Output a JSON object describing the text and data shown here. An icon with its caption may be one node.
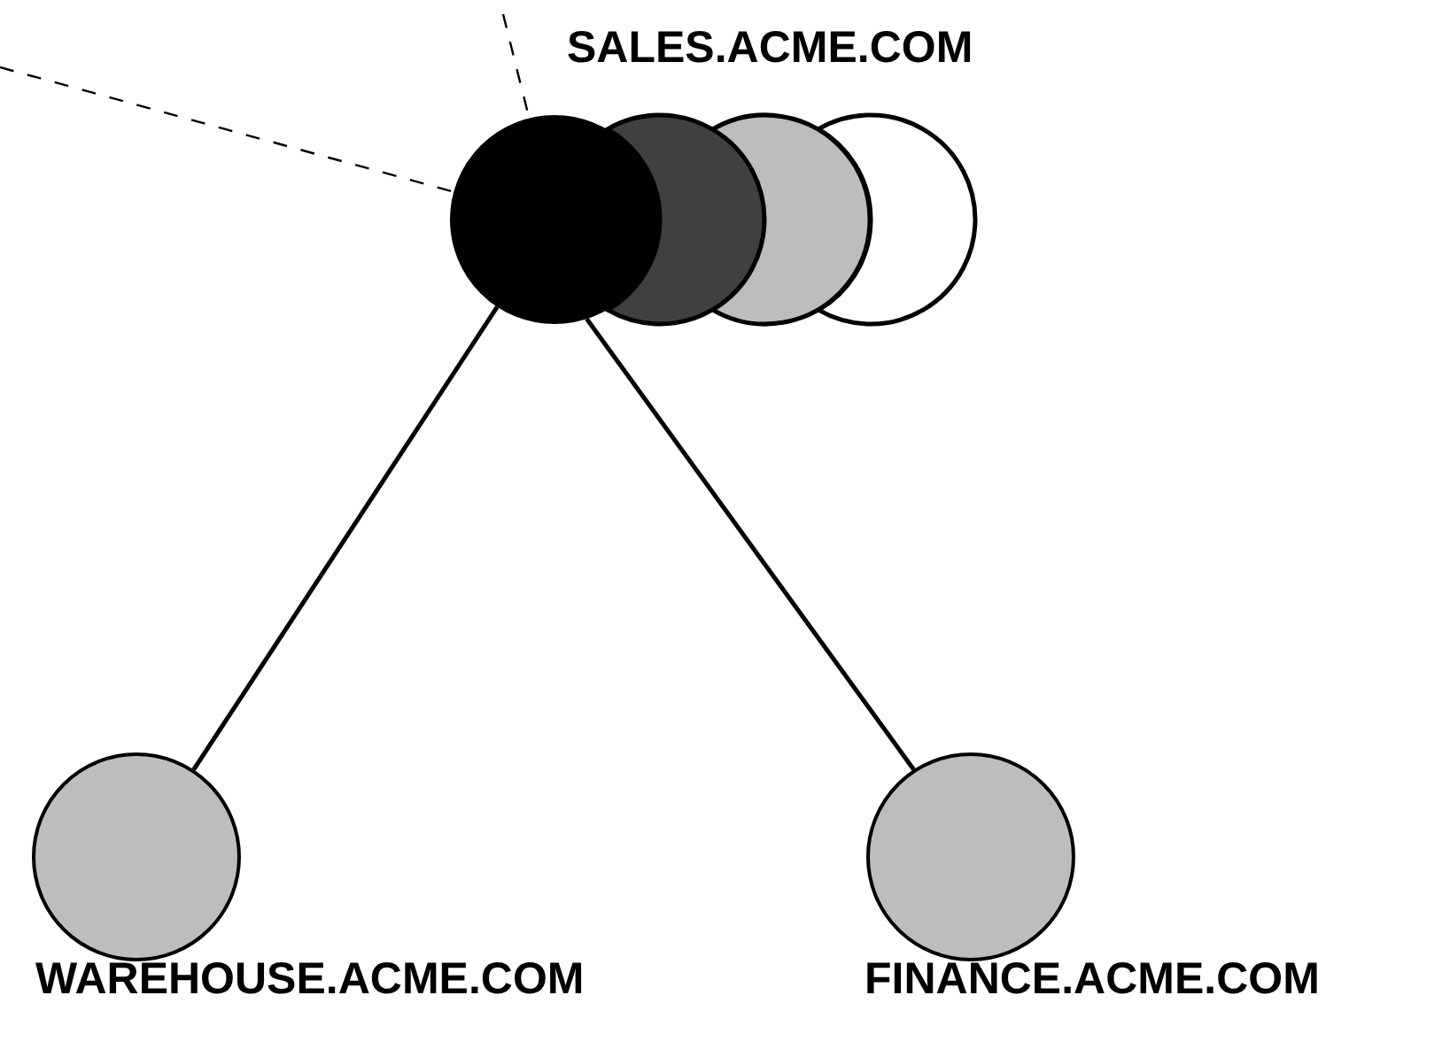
{
  "diagram": {
    "nodes": [
      {
        "text": [],
        "shape": "circle",
        "beside": [
          "SALES.ACME.COM"
        ]
      },
      {
        "text": [],
        "shape": "circle"
      },
      {
        "text": [],
        "shape": "circle"
      },
      {
        "text": [],
        "shape": "circle"
      },
      {
        "text": [],
        "shape": "circle",
        "beside": [
          "WAREHOUSE.ACME.COM"
        ]
      },
      {
        "text": [],
        "shape": "circle",
        "beside": [
          "FINANCE.ACME.COM"
        ]
      }
    ],
    "edges": [
      {
        "from": null,
        "to": 0,
        "arrow": "none",
        "style": "dashed"
      },
      {
        "from": null,
        "to": 0,
        "arrow": "none",
        "style": "dashed"
      },
      {
        "from": 0,
        "to": 4,
        "arrow": "none"
      },
      {
        "from": 0,
        "to": 5,
        "arrow": "none"
      }
    ]
  }
}
